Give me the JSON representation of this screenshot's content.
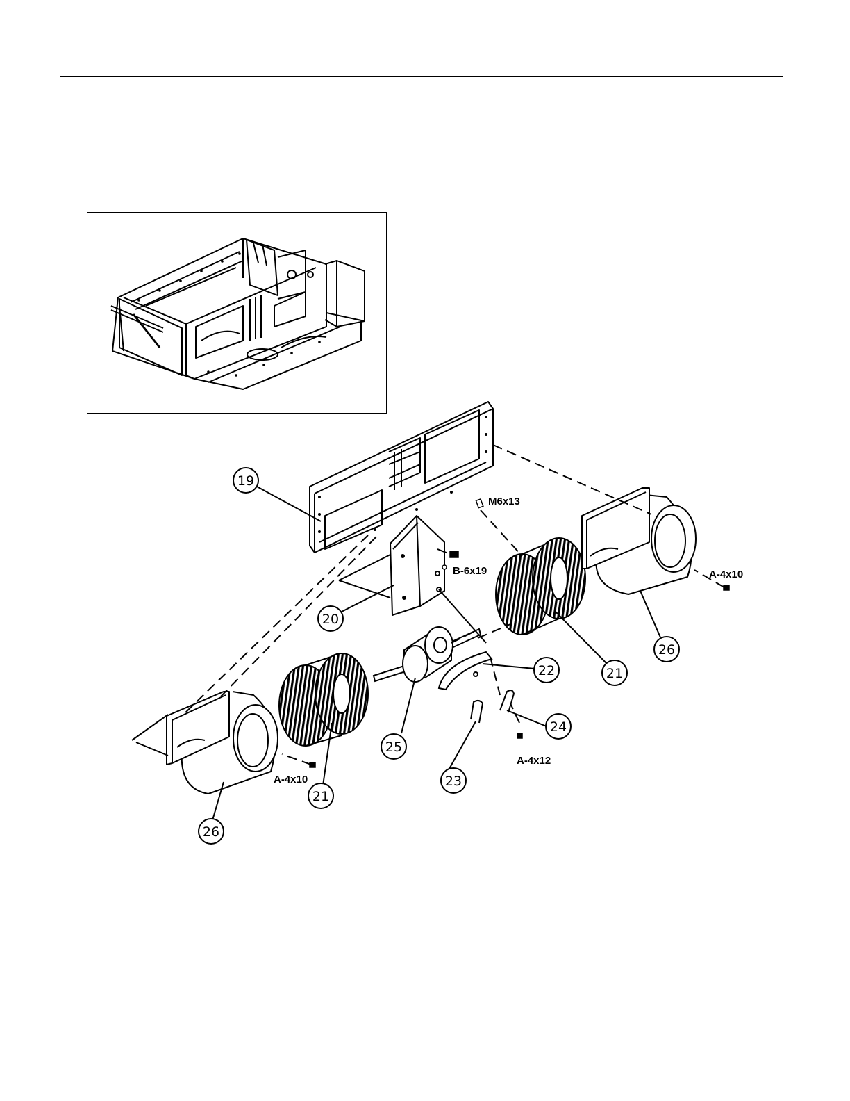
{
  "diagram": {
    "callouts": [
      {
        "id": "c19",
        "label": "19"
      },
      {
        "id": "c20",
        "label": "20"
      },
      {
        "id": "c21a",
        "label": "21"
      },
      {
        "id": "c21b",
        "label": "21"
      },
      {
        "id": "c22",
        "label": "22"
      },
      {
        "id": "c23",
        "label": "23"
      },
      {
        "id": "c24",
        "label": "24"
      },
      {
        "id": "c25",
        "label": "25"
      },
      {
        "id": "c26a",
        "label": "26"
      },
      {
        "id": "c26b",
        "label": "26"
      }
    ],
    "fastener_labels": {
      "m6x13": "M6x13",
      "b6x19": "B-6x19",
      "a4x10_right": "A-4x10",
      "a4x10_left": "A-4x10",
      "a4x12": "A-4x12"
    }
  }
}
